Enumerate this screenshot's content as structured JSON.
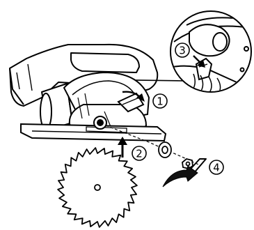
{
  "callouts": [
    {
      "id": "step-1",
      "text": "1"
    },
    {
      "id": "step-2",
      "text": "2"
    },
    {
      "id": "step-3",
      "text": "3"
    },
    {
      "id": "step-4",
      "text": "4"
    }
  ],
  "colors": {
    "line": "#000000",
    "body_fill": "#ffffff",
    "shade": "#3a3a3a",
    "dark": "#111111"
  }
}
